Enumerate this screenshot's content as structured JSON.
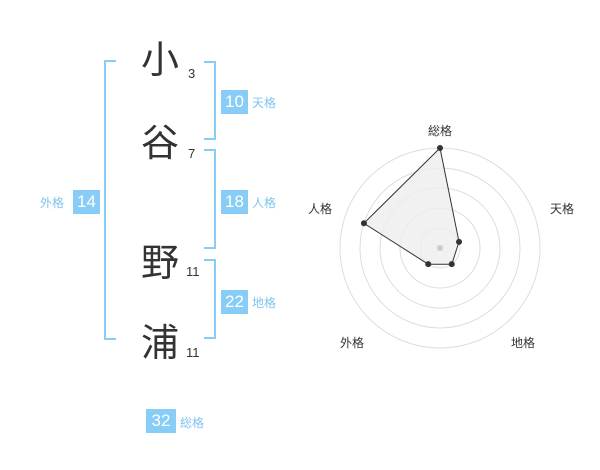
{
  "name_chars": [
    {
      "char": "小",
      "strokes": "3"
    },
    {
      "char": "谷",
      "strokes": "7"
    },
    {
      "char": "野",
      "strokes": "11"
    },
    {
      "char": "浦",
      "strokes": "11"
    }
  ],
  "fortunes": {
    "tenkaku": {
      "value": "10",
      "label": "天格"
    },
    "jinkaku": {
      "value": "18",
      "label": "人格"
    },
    "chikaku": {
      "value": "22",
      "label": "地格"
    },
    "gaikaku": {
      "value": "14",
      "label": "外格"
    },
    "soukaku": {
      "value": "32",
      "label": "総格"
    }
  },
  "radar": {
    "axes": [
      "総格",
      "天格",
      "地格",
      "外格",
      "人格"
    ],
    "values": [
      5,
      1,
      1,
      1,
      4
    ],
    "max": 5,
    "colors": {
      "grid": "#dddddd",
      "fill": "#eeeeee",
      "line": "#333333",
      "center": "#cccccc"
    }
  },
  "colors": {
    "accent": "#87cdf6",
    "caption": "#7fc4ee"
  }
}
